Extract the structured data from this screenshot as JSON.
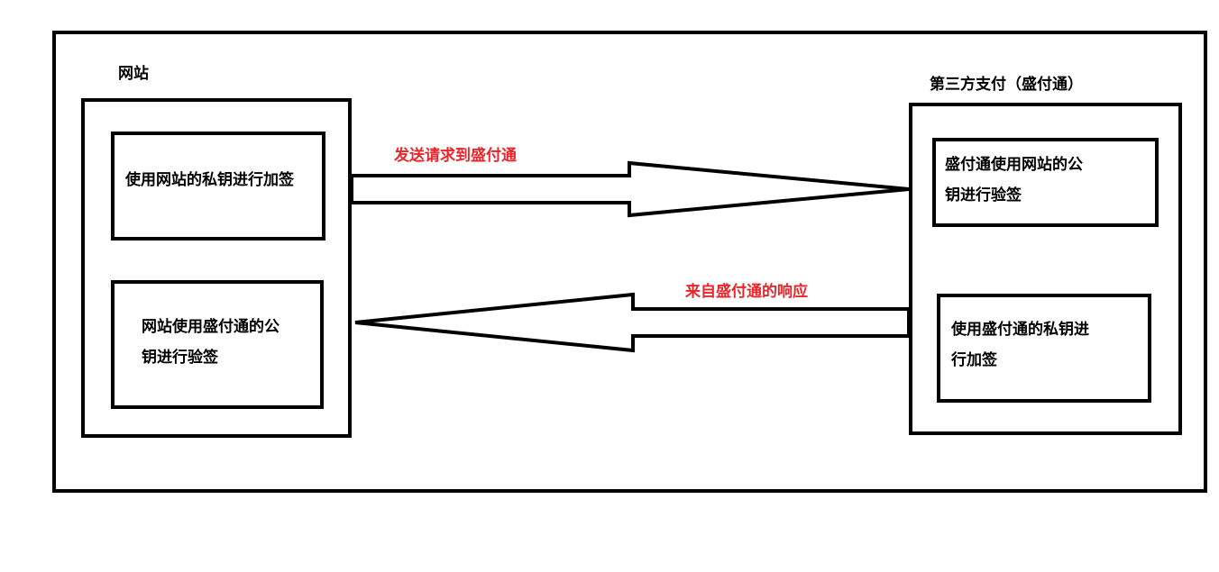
{
  "website": {
    "title": "网站",
    "sign_box": "使用网站的私钥进行加签",
    "verify_box": [
      "网站使用盛付通的公",
      "钥进行验签"
    ]
  },
  "payment": {
    "title": "第三方支付（盛付通）",
    "verify_box": [
      "盛付通使用网站的公",
      "钥进行验签"
    ],
    "sign_box": [
      "使用盛付通的私钥进",
      "行加签"
    ]
  },
  "arrows": {
    "request_label": "发送请求到盛付通",
    "response_label": "来自盛付通的响应"
  },
  "colors": {
    "line": "#000000",
    "arrow_label": "#e8262b"
  }
}
